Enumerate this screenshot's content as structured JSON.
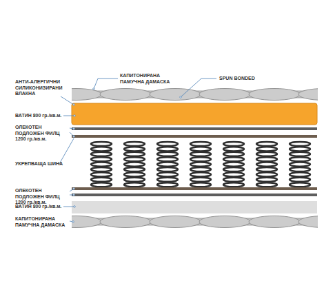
{
  "diagram": {
    "labels": [
      "КАПИТОНИРАНА ПАМУЧНА ДАМАСКА",
      "SPUN BONDED",
      "АНТИ-АЛЕРГИЧНИ СИЛИКОНИЗИРАНИ ВЛАКНА",
      "ВАТИН 800 гр./кв.м.",
      "ОЛЕКОТЕН ПОДЛОЖЕН ФИЛЦ 1200 гр./кв.м.",
      "УКРЕПВАЩА ШИНА",
      "ОЛЕКОТЕН ПОДЛОЖЕН ФИЛЦ 1200 гр./кв.м.",
      "ВАТИН 800 гр./кв.м.",
      "КАПИТОНИРАНА ПАМУЧНА ДАМАСКА"
    ]
  }
}
